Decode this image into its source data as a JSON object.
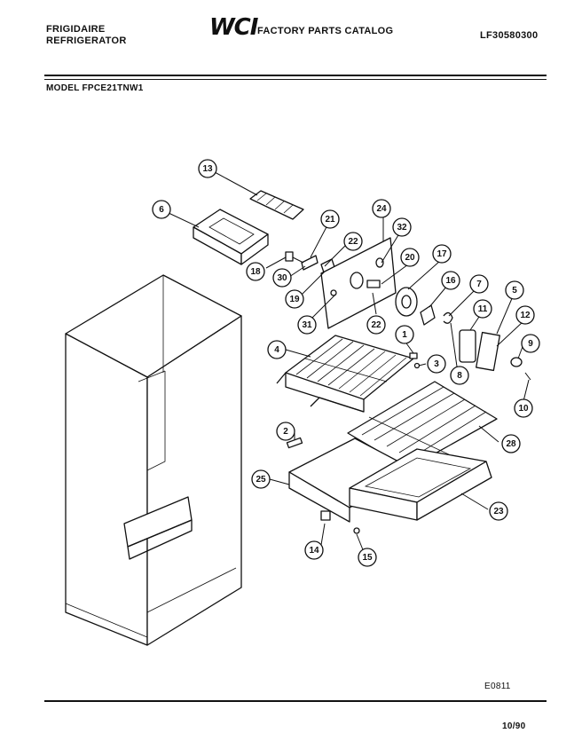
{
  "header": {
    "brand_line1": "FRIGIDAIRE",
    "brand_line2": "REFRIGERATOR",
    "logo": "WCI",
    "catalog_title": "FACTORY PARTS CATALOG",
    "doc_number": "LF30580300",
    "model": "MODEL FPCE21TNW1"
  },
  "footer": {
    "figure_code": "E0811",
    "date": "10/90"
  },
  "callouts": [
    "13",
    "6",
    "21",
    "22",
    "24",
    "32",
    "18",
    "30",
    "19",
    "31",
    "20",
    "17",
    "16",
    "7",
    "5",
    "12",
    "11",
    "22",
    "1",
    "4",
    "3",
    "9",
    "8",
    "10",
    "2",
    "28",
    "25",
    "23",
    "14",
    "15"
  ]
}
